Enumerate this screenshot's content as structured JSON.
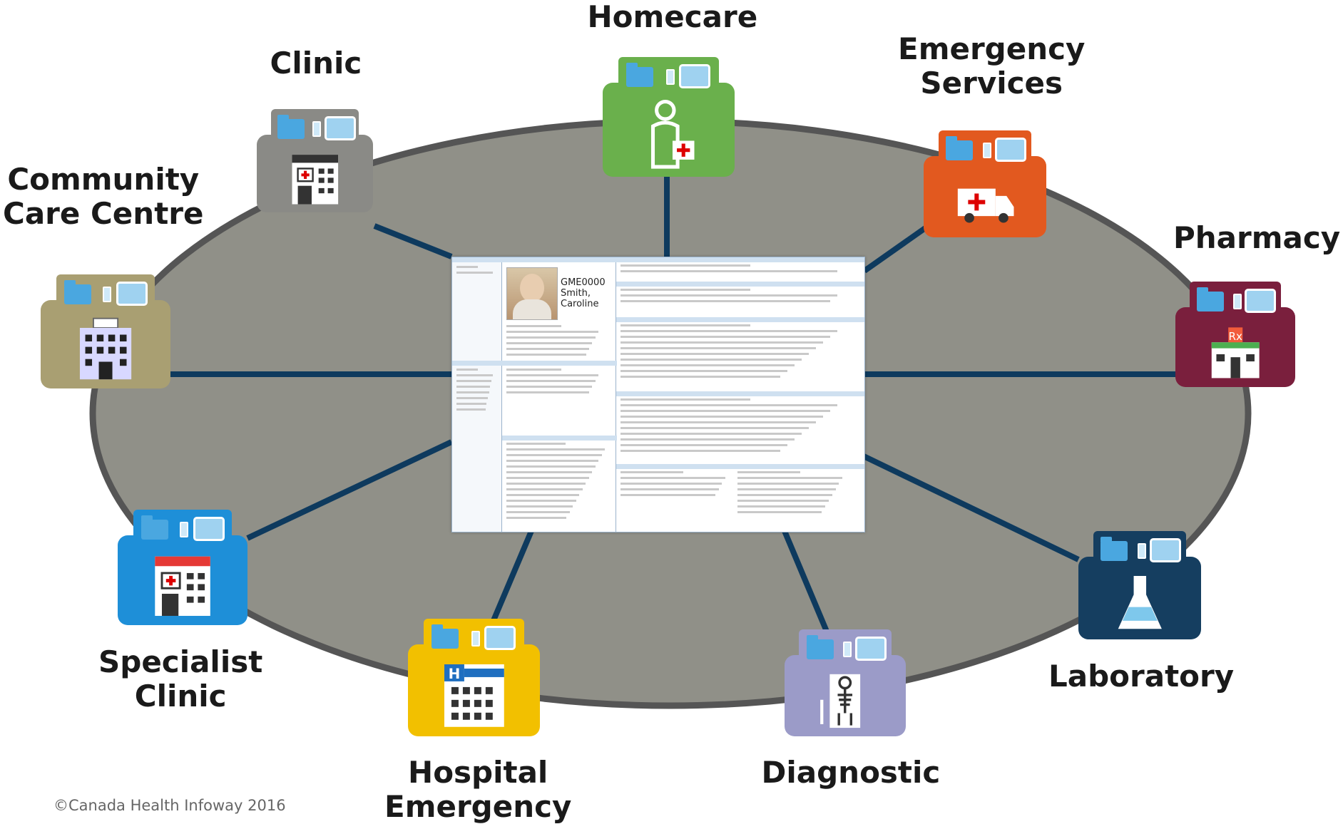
{
  "diagram": {
    "center": {
      "patient_id": "GME0000",
      "patient_name_last": "Smith,",
      "patient_name_first": "Caroline"
    },
    "nodes": [
      {
        "key": "homecare",
        "lines": [
          "Homecare"
        ],
        "color": "#6ab04c",
        "icon": "homecare-person-icon"
      },
      {
        "key": "emergency_services",
        "lines": [
          "Emergency",
          "Services"
        ],
        "color": "#e2591f",
        "icon": "ambulance-icon"
      },
      {
        "key": "pharmacy",
        "lines": [
          "Pharmacy"
        ],
        "color": "#7a1f3d",
        "icon": "pharmacy-building-icon"
      },
      {
        "key": "laboratory",
        "lines": [
          "Laboratory"
        ],
        "color": "#153e60",
        "icon": "flask-icon"
      },
      {
        "key": "diagnostic",
        "lines": [
          "Diagnostic"
        ],
        "color": "#9b9bc8",
        "icon": "xray-icon"
      },
      {
        "key": "hospital_emergency",
        "lines": [
          "Hospital",
          "Emergency"
        ],
        "color": "#f2c000",
        "icon": "hospital-icon"
      },
      {
        "key": "specialist_clinic",
        "lines": [
          "Specialist",
          "Clinic"
        ],
        "color": "#1e8fd8",
        "icon": "specialist-clinic-icon"
      },
      {
        "key": "community_care_centre",
        "lines": [
          "Community",
          "Care Centre"
        ],
        "color": "#a99f72",
        "icon": "community-building-icon"
      },
      {
        "key": "clinic",
        "lines": [
          "Clinic"
        ],
        "color": "#8a8a86",
        "icon": "clinic-building-icon"
      }
    ],
    "ring_color": "#909088",
    "connector_color": "#0e3a5e",
    "copyright": "©Canada Health Infoway 2016"
  }
}
